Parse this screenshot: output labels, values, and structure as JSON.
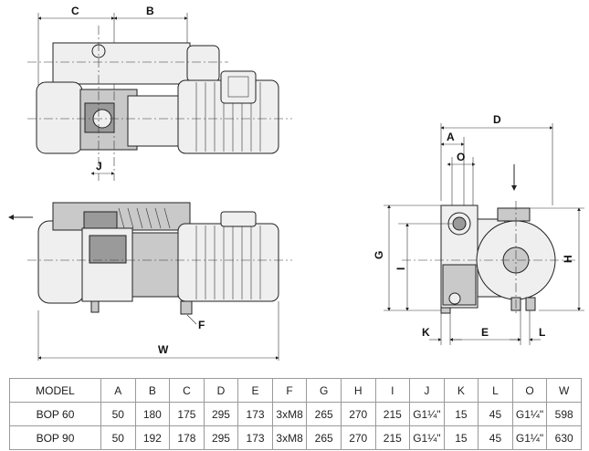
{
  "drawing": {
    "dim_labels": {
      "C": "C",
      "B": "B",
      "J": "J",
      "W": "W",
      "F": "F",
      "D": "D",
      "A": "A",
      "O": "O",
      "G": "G",
      "I": "I",
      "H": "H",
      "K": "K",
      "E": "E",
      "L": "L"
    }
  },
  "table": {
    "headers": [
      "MODEL",
      "A",
      "B",
      "C",
      "D",
      "E",
      "F",
      "G",
      "H",
      "I",
      "J",
      "K",
      "L",
      "O",
      "W"
    ],
    "rows": [
      [
        "BOP 60",
        "50",
        "180",
        "175",
        "295",
        "173",
        "3xM8",
        "265",
        "270",
        "215",
        "G1¼\"",
        "15",
        "45",
        "G1¼\"",
        "598"
      ],
      [
        "BOP 90",
        "50",
        "192",
        "178",
        "295",
        "173",
        "3xM8",
        "265",
        "270",
        "215",
        "G1¼\"",
        "15",
        "45",
        "G1¼\"",
        "630"
      ]
    ]
  }
}
